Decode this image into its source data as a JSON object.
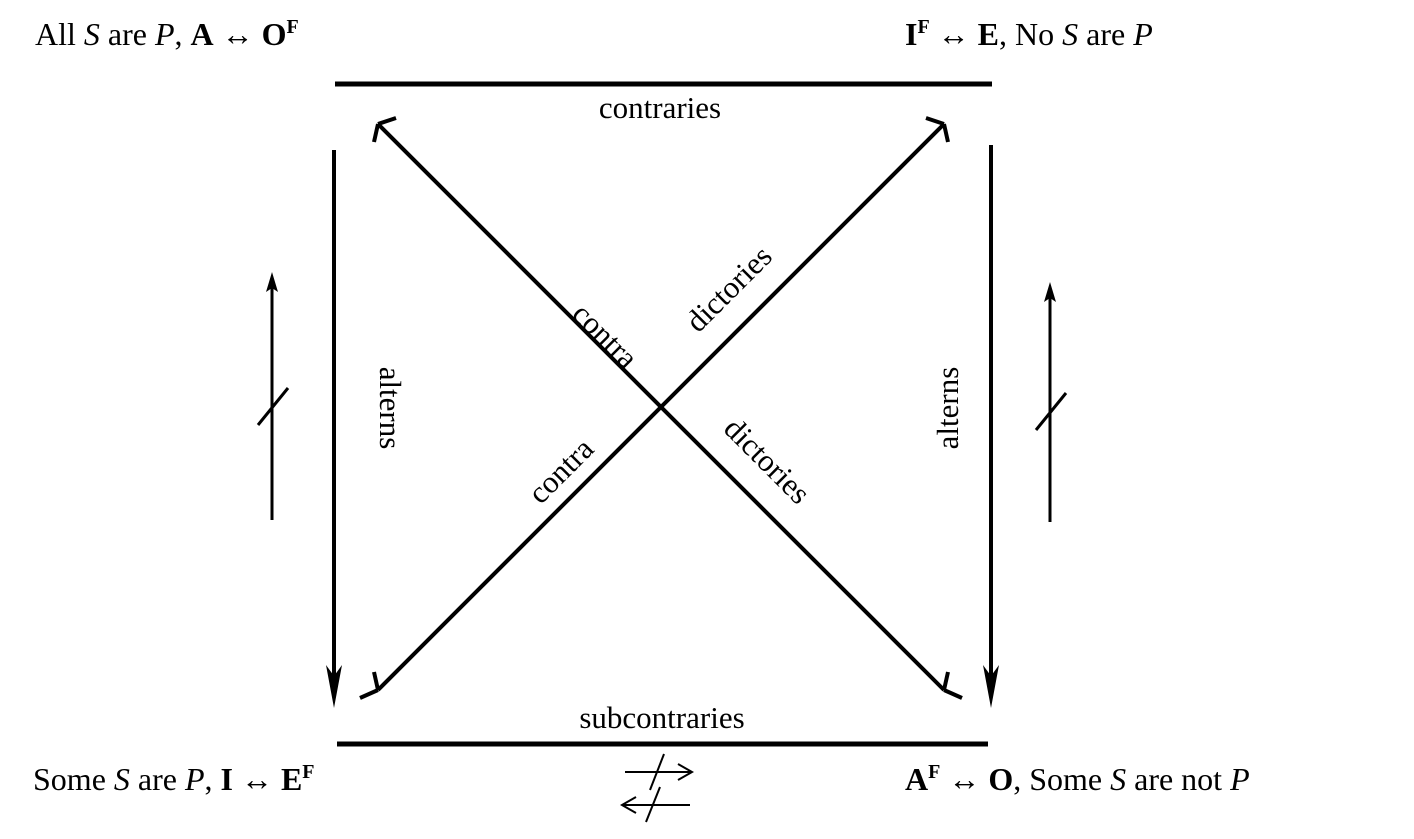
{
  "corners": {
    "top_left": {
      "phrase1": "All ",
      "var_s": "S",
      "phrase2": " are ",
      "var_p": "P",
      "sep": ", ",
      "left": "A",
      "arrow": " ↔ ",
      "right": "O",
      "sup": "F"
    },
    "top_right": {
      "left": "I",
      "sup": "F",
      "arrow": " ↔ ",
      "right": "E",
      "sep": ", ",
      "phrase1": "No ",
      "var_s": "S",
      "phrase2": " are ",
      "var_p": "P"
    },
    "bottom_left": {
      "phrase1": "Some ",
      "var_s": "S",
      "phrase2": " are ",
      "var_p": "P",
      "sep": ", ",
      "left": "I",
      "arrow": " ↔ ",
      "right": "E",
      "sup": "F"
    },
    "bottom_right": {
      "left": "A",
      "sup": "F",
      "arrow": " ↔ ",
      "right": "O",
      "sep": ", ",
      "phrase1": "Some ",
      "var_s": "S",
      "phrase2": " are not ",
      "var_p": "P"
    }
  },
  "relations": {
    "top": "contraries",
    "bottom": "subcontraries",
    "left": "alterns",
    "right": "alterns",
    "diag_upper_left": "contra",
    "diag_upper_right": "dictories",
    "diag_lower_left": "contra",
    "diag_lower_right": "dictories"
  }
}
